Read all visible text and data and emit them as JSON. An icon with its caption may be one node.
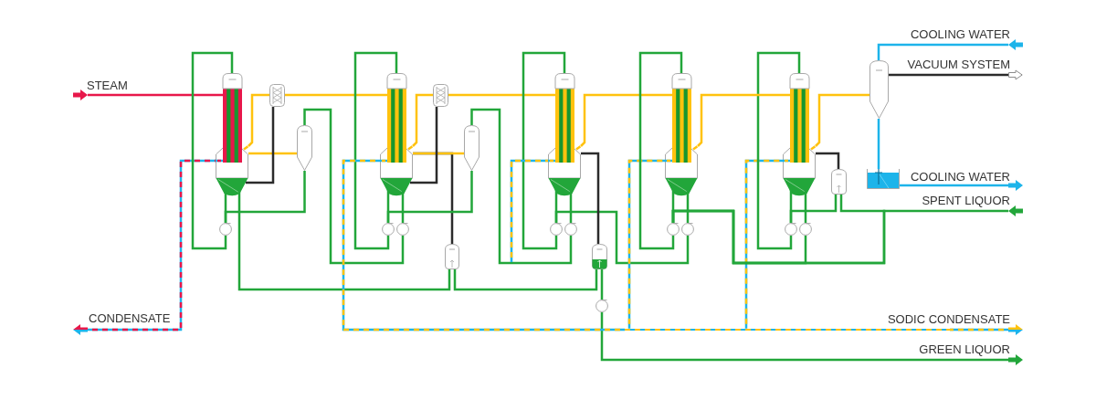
{
  "diagram": {
    "nodes": [
      {
        "text": [],
        "shape": "vessel"
      },
      {
        "text": [],
        "shape": "box"
      },
      {
        "text": [],
        "shape": "vessel"
      },
      {
        "text": [],
        "shape": "circle"
      },
      {
        "text": [],
        "shape": "vessel"
      },
      {
        "text": [],
        "shape": "box"
      },
      {
        "text": [],
        "shape": "vessel"
      },
      {
        "text": [],
        "shape": "circle"
      },
      {
        "text": [],
        "shape": "circle"
      },
      {
        "text": [],
        "shape": "vessel"
      },
      {
        "text": [],
        "shape": "vessel"
      },
      {
        "text": [],
        "shape": "circle"
      },
      {
        "text": [],
        "shape": "circle"
      },
      {
        "text": [],
        "shape": "vessel"
      },
      {
        "text": [],
        "shape": "circle"
      },
      {
        "text": [],
        "shape": "vessel"
      },
      {
        "text": [],
        "shape": "circle"
      },
      {
        "text": [],
        "shape": "circle"
      },
      {
        "text": [],
        "shape": "vessel"
      },
      {
        "text": [],
        "shape": "circle"
      },
      {
        "text": [],
        "shape": "circle"
      },
      {
        "text": [],
        "shape": "vessel"
      },
      {
        "text": [],
        "shape": "vessel"
      },
      {
        "text": [],
        "shape": "tank"
      },
      {
        "text": [],
        "shape": "arrow"
      },
      {
        "text": [],
        "shape": "arrow"
      },
      {
        "text": [],
        "shape": "arrow"
      },
      {
        "text": [],
        "shape": "arrow"
      },
      {
        "text": [],
        "shape": "arrow"
      },
      {
        "text": [],
        "shape": "arrow"
      },
      {
        "text": [],
        "shape": "arrow"
      },
      {
        "text": [],
        "shape": "arrow"
      },
      {
        "text": [],
        "shape": "bar"
      }
    ],
    "edges": [
      {
        "from": 24,
        "to": 0,
        "arrow": "none",
        "label": "STEAM",
        "color": "#e8174a"
      },
      {
        "from": 0,
        "to": 25,
        "arrow": "none",
        "label": "CONDENSATE",
        "style": "dashed",
        "color": "#e8174a"
      },
      {
        "from": 3,
        "to": 0,
        "arrow": "none"
      },
      {
        "from": 0,
        "to": 3,
        "arrow": "none"
      },
      {
        "from": 0,
        "to": 9,
        "arrow": "none"
      },
      {
        "from": 2,
        "to": 3,
        "arrow": "none"
      },
      {
        "from": 2,
        "to": 8,
        "arrow": "none"
      },
      {
        "from": 0,
        "to": 1,
        "arrow": "none",
        "color": "#ffc20e"
      },
      {
        "from": 1,
        "to": 4,
        "arrow": "none",
        "color": "#ffc20e"
      },
      {
        "from": 0,
        "to": 2,
        "arrow": "none",
        "color": "#ffc20e"
      },
      {
        "from": 1,
        "to": 0,
        "arrow": "none",
        "color": "#2b2b2b"
      },
      {
        "from": 7,
        "to": 4,
        "arrow": "none"
      },
      {
        "from": 4,
        "to": 7,
        "arrow": "none"
      },
      {
        "from": 4,
        "to": 8,
        "arrow": "none"
      },
      {
        "from": 6,
        "to": 7,
        "arrow": "none"
      },
      {
        "from": 6,
        "to": 12,
        "arrow": "none"
      },
      {
        "from": 4,
        "to": 5,
        "arrow": "none",
        "color": "#ffc20e"
      },
      {
        "from": 5,
        "to": 10,
        "arrow": "none",
        "color": "#ffc20e"
      },
      {
        "from": 4,
        "to": 6,
        "arrow": "none",
        "color": "#ffc20e"
      },
      {
        "from": 5,
        "to": 4,
        "arrow": "none",
        "color": "#2b2b2b"
      },
      {
        "from": 4,
        "to": 9,
        "arrow": "none",
        "color": "#2b2b2b"
      },
      {
        "from": 9,
        "to": 13,
        "arrow": "none"
      },
      {
        "from": 13,
        "to": 14,
        "arrow": "none"
      },
      {
        "from": 14,
        "to": 31,
        "arrow": "none",
        "label": "GREEN LIQUOR"
      },
      {
        "from": 11,
        "to": 10,
        "arrow": "none"
      },
      {
        "from": 10,
        "to": 11,
        "arrow": "none"
      },
      {
        "from": 10,
        "to": 12,
        "arrow": "none"
      },
      {
        "from": 17,
        "to": 11,
        "arrow": "none"
      },
      {
        "from": 10,
        "to": 15,
        "arrow": "none",
        "color": "#ffc20e"
      },
      {
        "from": 10,
        "to": 13,
        "arrow": "none",
        "color": "#2b2b2b"
      },
      {
        "from": 10,
        "to": null,
        "arrow": "none",
        "style": "dashed",
        "color": "#ffc20e"
      },
      {
        "from": 4,
        "to": 32,
        "arrow": "none",
        "style": "dashed",
        "color": "#ffc20e"
      },
      {
        "from": 15,
        "to": 32,
        "arrow": "none",
        "style": "dashed",
        "color": "#ffc20e"
      },
      {
        "from": 18,
        "to": 32,
        "arrow": "none",
        "style": "dashed",
        "color": "#ffc20e"
      },
      {
        "from": 16,
        "to": 15,
        "arrow": "none"
      },
      {
        "from": 15,
        "to": 16,
        "arrow": "none"
      },
      {
        "from": 15,
        "to": 17,
        "arrow": "none"
      },
      {
        "from": 29,
        "to": 16,
        "arrow": "none",
        "label": "SPENT LIQUOR"
      },
      {
        "from": 20,
        "to": 16,
        "arrow": "none"
      },
      {
        "from": 21,
        "to": 16,
        "arrow": "none"
      },
      {
        "from": 19,
        "to": 18,
        "arrow": "none"
      },
      {
        "from": 18,
        "to": 19,
        "arrow": "none"
      },
      {
        "from": 18,
        "to": 20,
        "arrow": "none"
      },
      {
        "from": 21,
        "to": 19,
        "arrow": "none"
      },
      {
        "from": 18,
        "to": 21,
        "arrow": "none",
        "color": "#2b2b2b"
      },
      {
        "from": 15,
        "to": 18,
        "arrow": "none",
        "color": "#ffc20e"
      },
      {
        "from": 18,
        "to": 22,
        "arrow": "none",
        "color": "#ffc20e"
      },
      {
        "from": 26,
        "to": 22,
        "arrow": "none",
        "label": "COOLING WATER",
        "color": "#1db4ea"
      },
      {
        "from": 22,
        "to": 27,
        "arrow": "none",
        "label": "VACUUM SYSTEM",
        "color": "#2b2b2b"
      },
      {
        "from": 22,
        "to": 23,
        "arrow": "none",
        "color": "#1db4ea"
      },
      {
        "from": 23,
        "to": 28,
        "arrow": "none",
        "label": "COOLING WATER",
        "color": "#1db4ea"
      },
      {
        "from": 32,
        "to": 30,
        "arrow": "none",
        "label": "SODIC CONDENSATE",
        "style": "dashed",
        "color": "#ffc20e"
      }
    ]
  }
}
